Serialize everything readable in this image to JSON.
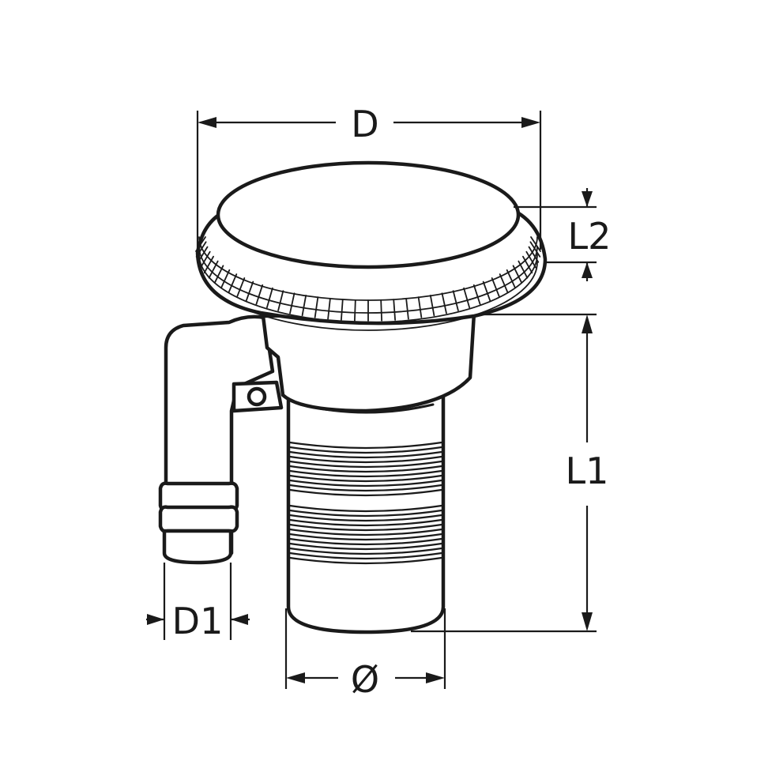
{
  "labels": {
    "d": "D",
    "l2": "L2",
    "l1": "L1",
    "d1": "D1",
    "diameter": "Ø"
  },
  "colors": {
    "line": "#1a1a1a",
    "background": "#ffffff"
  }
}
